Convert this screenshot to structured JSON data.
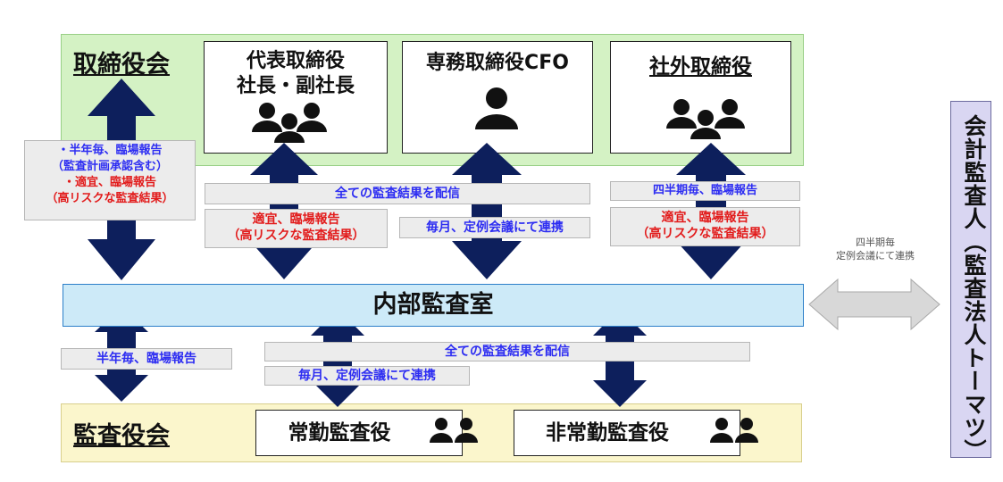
{
  "board": {
    "title": "取締役会",
    "president": {
      "line1": "代表取締役",
      "line2": "社長・副社長"
    },
    "cfo": {
      "label": "専務取締役CFO"
    },
    "outside": {
      "label": "社外取締役"
    }
  },
  "audit_committee": {
    "title": "監査役会",
    "fulltime": {
      "label": "常勤監査役"
    },
    "parttime": {
      "label": "非常勤監査役"
    }
  },
  "internal_audit": {
    "label": "内部監査室"
  },
  "external_auditor": {
    "label": "会計監査人（監査法人トーマツ）"
  },
  "labels": {
    "board_report_1": "・半年毎、臨場報告",
    "board_report_2": "（監査計画承認含む）",
    "board_report_3": "・適宜、臨場報告",
    "board_report_4": "（高リスクな監査結果）",
    "all_results_top": "全ての監査結果を配信",
    "pres_report_1": "適宜、臨場報告",
    "pres_report_2": "（高リスクな監査結果）",
    "monthly_top": "毎月、定例会議にて連携",
    "quarterly_outside": "四半期毎、臨場報告",
    "outside_report_1": "適宜、臨場報告",
    "outside_report_2": "（高リスクな監査結果）",
    "external_note_1": "四半期毎",
    "external_note_2": "定例会議にて連携",
    "half_year_kansa": "半年毎、臨場報告",
    "all_results_bottom": "全ての監査結果を配信",
    "monthly_bottom": "毎月、定例会議にて連携"
  },
  "colors": {
    "arrow": "#0d1f5c",
    "board_bg": "#d4f2c4",
    "kansa_bg": "#fbf6cc",
    "internal_bg": "#cdeaf8",
    "external_bg": "#d9d6f2",
    "blue_text": "#2d2df2",
    "red_text": "#e21b1b"
  }
}
